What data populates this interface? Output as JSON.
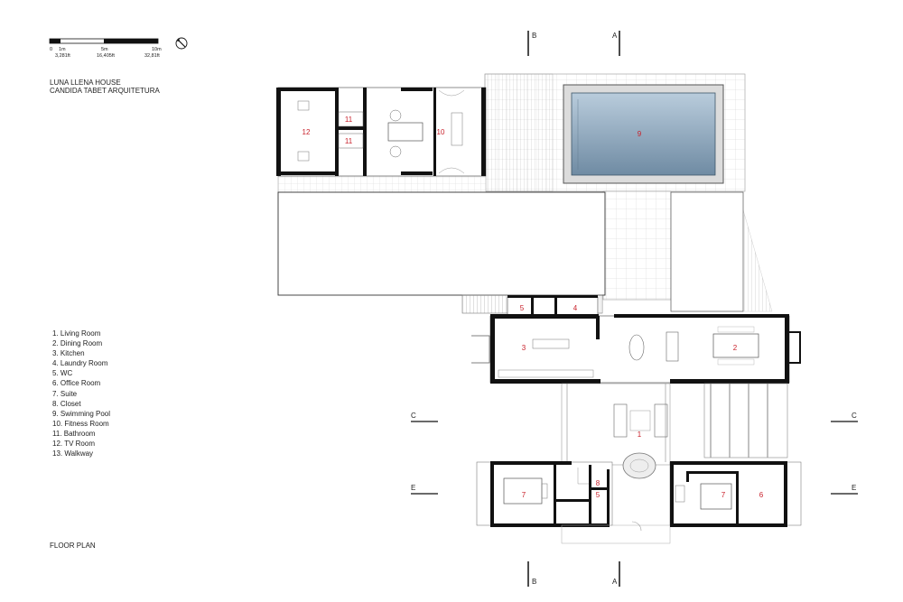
{
  "project": {
    "title": "LUNA LLENA HOUSE",
    "architect": "CANDIDA TABET ARQUITETURA"
  },
  "scale_bar": {
    "meter_labels": [
      "0",
      "1m",
      "5m",
      "10m"
    ],
    "feet_labels": [
      "3,281ft",
      "16,405ft",
      "32,81ft"
    ]
  },
  "legend": [
    "1. Living Room",
    "2. Dining Room",
    "3. Kitchen",
    "4. Laundry Room",
    "5. WC",
    "6. Office Room",
    "7. Suite",
    "8. Closet",
    "9. Swimming Pool",
    "10. Fitness Room",
    "11. Bathroom",
    "12. TV Room",
    "13. Walkway"
  ],
  "plan_label": "FLOOR PLAN",
  "section_markers": {
    "b": "B",
    "a": "A",
    "c": "C",
    "e": "E"
  },
  "room_numbers": {
    "tv_room": "12",
    "bathroom_top": "11",
    "bathroom_bottom": "11",
    "fitness": "10",
    "pool": "9",
    "wc_top": "5",
    "laundry": "4",
    "kitchen": "3",
    "dining": "2",
    "living": "1",
    "suite_left": "7",
    "closet": "8",
    "wc_bottom": "5",
    "suite_right": "7",
    "office": "6"
  },
  "colors": {
    "room_number": "#c8202a",
    "wall": "#111111",
    "pool_water": "#8aa3b8"
  }
}
